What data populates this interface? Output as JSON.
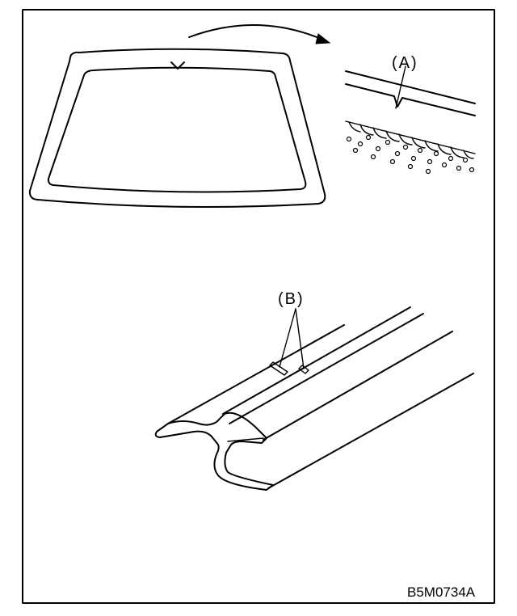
{
  "labels": {
    "a": "(A)",
    "b": "(B)"
  },
  "figure_code": "B5M0734A"
}
